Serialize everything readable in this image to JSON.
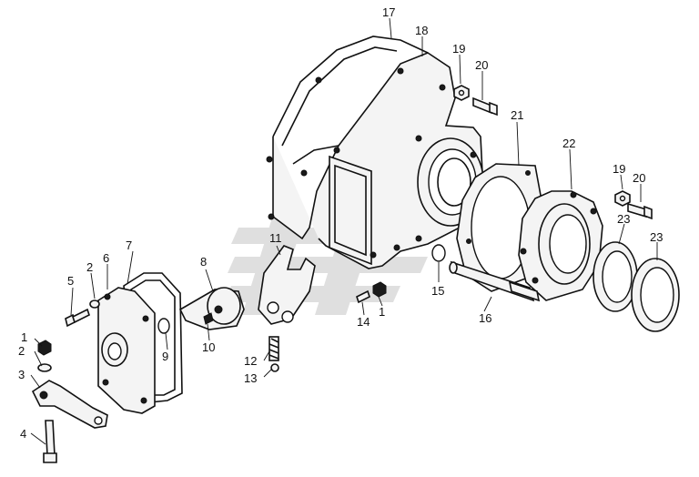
{
  "diagram": {
    "labels": [
      {
        "id": "p1a",
        "text": "1"
      },
      {
        "id": "p2a",
        "text": "2"
      },
      {
        "id": "p3",
        "text": "3"
      },
      {
        "id": "p4",
        "text": "4"
      },
      {
        "id": "p5",
        "text": "5"
      },
      {
        "id": "p2b",
        "text": "2"
      },
      {
        "id": "p6",
        "text": "6"
      },
      {
        "id": "p7",
        "text": "7"
      },
      {
        "id": "p8",
        "text": "8"
      },
      {
        "id": "p9",
        "text": "9"
      },
      {
        "id": "p10",
        "text": "10"
      },
      {
        "id": "p11",
        "text": "11"
      },
      {
        "id": "p12",
        "text": "12"
      },
      {
        "id": "p13",
        "text": "13"
      },
      {
        "id": "p14",
        "text": "14"
      },
      {
        "id": "p1b",
        "text": "1"
      },
      {
        "id": "p15",
        "text": "15"
      },
      {
        "id": "p16",
        "text": "16"
      },
      {
        "id": "p17",
        "text": "17"
      },
      {
        "id": "p18",
        "text": "18"
      },
      {
        "id": "p19a",
        "text": "19"
      },
      {
        "id": "p20a",
        "text": "20"
      },
      {
        "id": "p21",
        "text": "21"
      },
      {
        "id": "p22",
        "text": "22"
      },
      {
        "id": "p19b",
        "text": "19"
      },
      {
        "id": "p20b",
        "text": "20"
      },
      {
        "id": "p23a",
        "text": "23"
      },
      {
        "id": "p23b",
        "text": "23"
      }
    ]
  }
}
